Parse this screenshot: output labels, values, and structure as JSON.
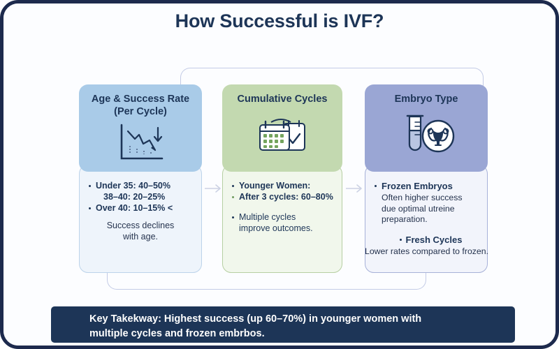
{
  "title": "How Successful is IVF?",
  "cards": [
    {
      "id": "age",
      "icon": "declining-line-chart-icon",
      "head_line1": "Age & Success Rate",
      "head_line2": "(Per Cycle)",
      "bullets": [
        "Under 35: 40–50%",
        "38–40: 20–25%",
        "Over 40: 10–15% <"
      ],
      "note_line1": "Success declines",
      "note_line2": "with age.",
      "head_color": "#a9cbe8",
      "body_color": "#eef4fb"
    },
    {
      "id": "cycles",
      "icon": "calendar-check-icon",
      "head_line1": "Cumulative Cycles",
      "head_line2": "",
      "bullets": [
        "Younger Women:",
        "After 3 cycles: 60–80%",
        "Multiple cycles",
        "improve outcomes."
      ],
      "head_color": "#c3d9b0",
      "body_color": "#f1f7ec",
      "highlight_color": "#4f7f45"
    },
    {
      "id": "embryo",
      "icon": "test-tube-uterus-icon",
      "head_line1": "Embryo Type",
      "head_line2": "",
      "bullet1": "Frozen Embryos",
      "sub1_line1": "Often higher success",
      "sub1_line2": "due optimal utreine",
      "sub1_line3": "preparation.",
      "bullet2": "Fresh Cycles",
      "sub2": "Lower rates compared to frozen.",
      "head_color": "#9aa6d4",
      "body_color": "#f2f4fb"
    }
  ],
  "banner": {
    "line1": "Key Takekway: Highest success (up 60–70%) in younger women with",
    "line2": "multiple cycles and frozen embrbos.",
    "background": "#1d3557"
  },
  "theme": {
    "frame_border": "#1d2a4d",
    "title_color": "#1d3557",
    "connector_color": "#c3cbe6"
  }
}
